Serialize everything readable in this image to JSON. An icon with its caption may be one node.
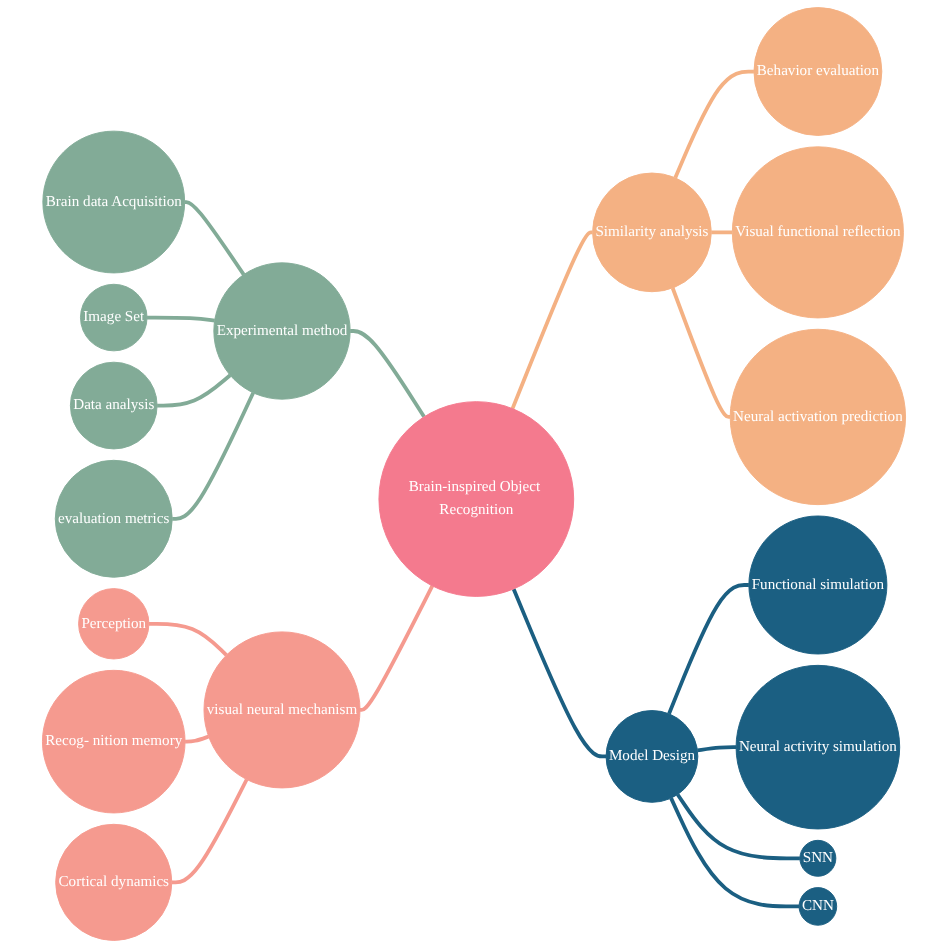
{
  "diagram": {
    "nodes": [
      {
        "text": [
          "Brain-inspired Object Recognition"
        ]
      },
      {
        "text": [
          "Experimental method"
        ]
      },
      {
        "text": [
          "Brain data Acquisition"
        ]
      },
      {
        "text": [
          "Image Set"
        ]
      },
      {
        "text": [
          "Data analysis"
        ]
      },
      {
        "text": [
          "evaluation metrics"
        ]
      },
      {
        "text": [
          "Similarity analysis"
        ]
      },
      {
        "text": [
          "Behavior evaluation"
        ]
      },
      {
        "text": [
          "Visual functional reflection"
        ]
      },
      {
        "text": [
          "Neural activation prediction"
        ]
      },
      {
        "text": [
          "visual neural mechanism"
        ]
      },
      {
        "text": [
          "Perception"
        ]
      },
      {
        "text": [
          "Recog- nition memory"
        ]
      },
      {
        "text": [
          "Cortical dynamics"
        ]
      },
      {
        "text": [
          "Model Design"
        ]
      },
      {
        "text": [
          "Functional simulation"
        ]
      },
      {
        "text": [
          "Neural activity simulation"
        ]
      },
      {
        "text": [
          "SNN"
        ]
      },
      {
        "text": [
          "CNN"
        ]
      }
    ],
    "edges": [
      {
        "from": 1,
        "to": 0,
        "arrow": "none",
        "color": "#82ab97"
      },
      {
        "from": 2,
        "to": 1,
        "arrow": "none",
        "color": "#82ab97"
      },
      {
        "from": 3,
        "to": 1,
        "arrow": "none",
        "color": "#82ab97"
      },
      {
        "from": 4,
        "to": 1,
        "arrow": "none",
        "color": "#82ab97"
      },
      {
        "from": 5,
        "to": 1,
        "arrow": "none",
        "color": "#82ab97"
      },
      {
        "from": 0,
        "to": 6,
        "arrow": "none",
        "color": "#f4b183"
      },
      {
        "from": 6,
        "to": 7,
        "arrow": "none",
        "color": "#f4b183"
      },
      {
        "from": 6,
        "to": 8,
        "arrow": "none",
        "color": "#f4b183"
      },
      {
        "from": 6,
        "to": 9,
        "arrow": "none",
        "color": "#f4b183"
      },
      {
        "from": 10,
        "to": 0,
        "arrow": "none",
        "color": "#f59a8f"
      },
      {
        "from": 11,
        "to": 10,
        "arrow": "none",
        "color": "#f59a8f"
      },
      {
        "from": 12,
        "to": 10,
        "arrow": "none",
        "color": "#f59a8f"
      },
      {
        "from": 13,
        "to": 10,
        "arrow": "none",
        "color": "#f59a8f"
      },
      {
        "from": 0,
        "to": 14,
        "arrow": "none",
        "color": "#1b5f82"
      },
      {
        "from": 14,
        "to": 15,
        "arrow": "none",
        "color": "#1b5f82"
      },
      {
        "from": 14,
        "to": 16,
        "arrow": "none",
        "color": "#1b5f82"
      },
      {
        "from": 14,
        "to": 17,
        "arrow": "none",
        "color": "#1b5f82"
      },
      {
        "from": 14,
        "to": 18,
        "arrow": "none",
        "color": "#1b5f82"
      }
    ]
  }
}
